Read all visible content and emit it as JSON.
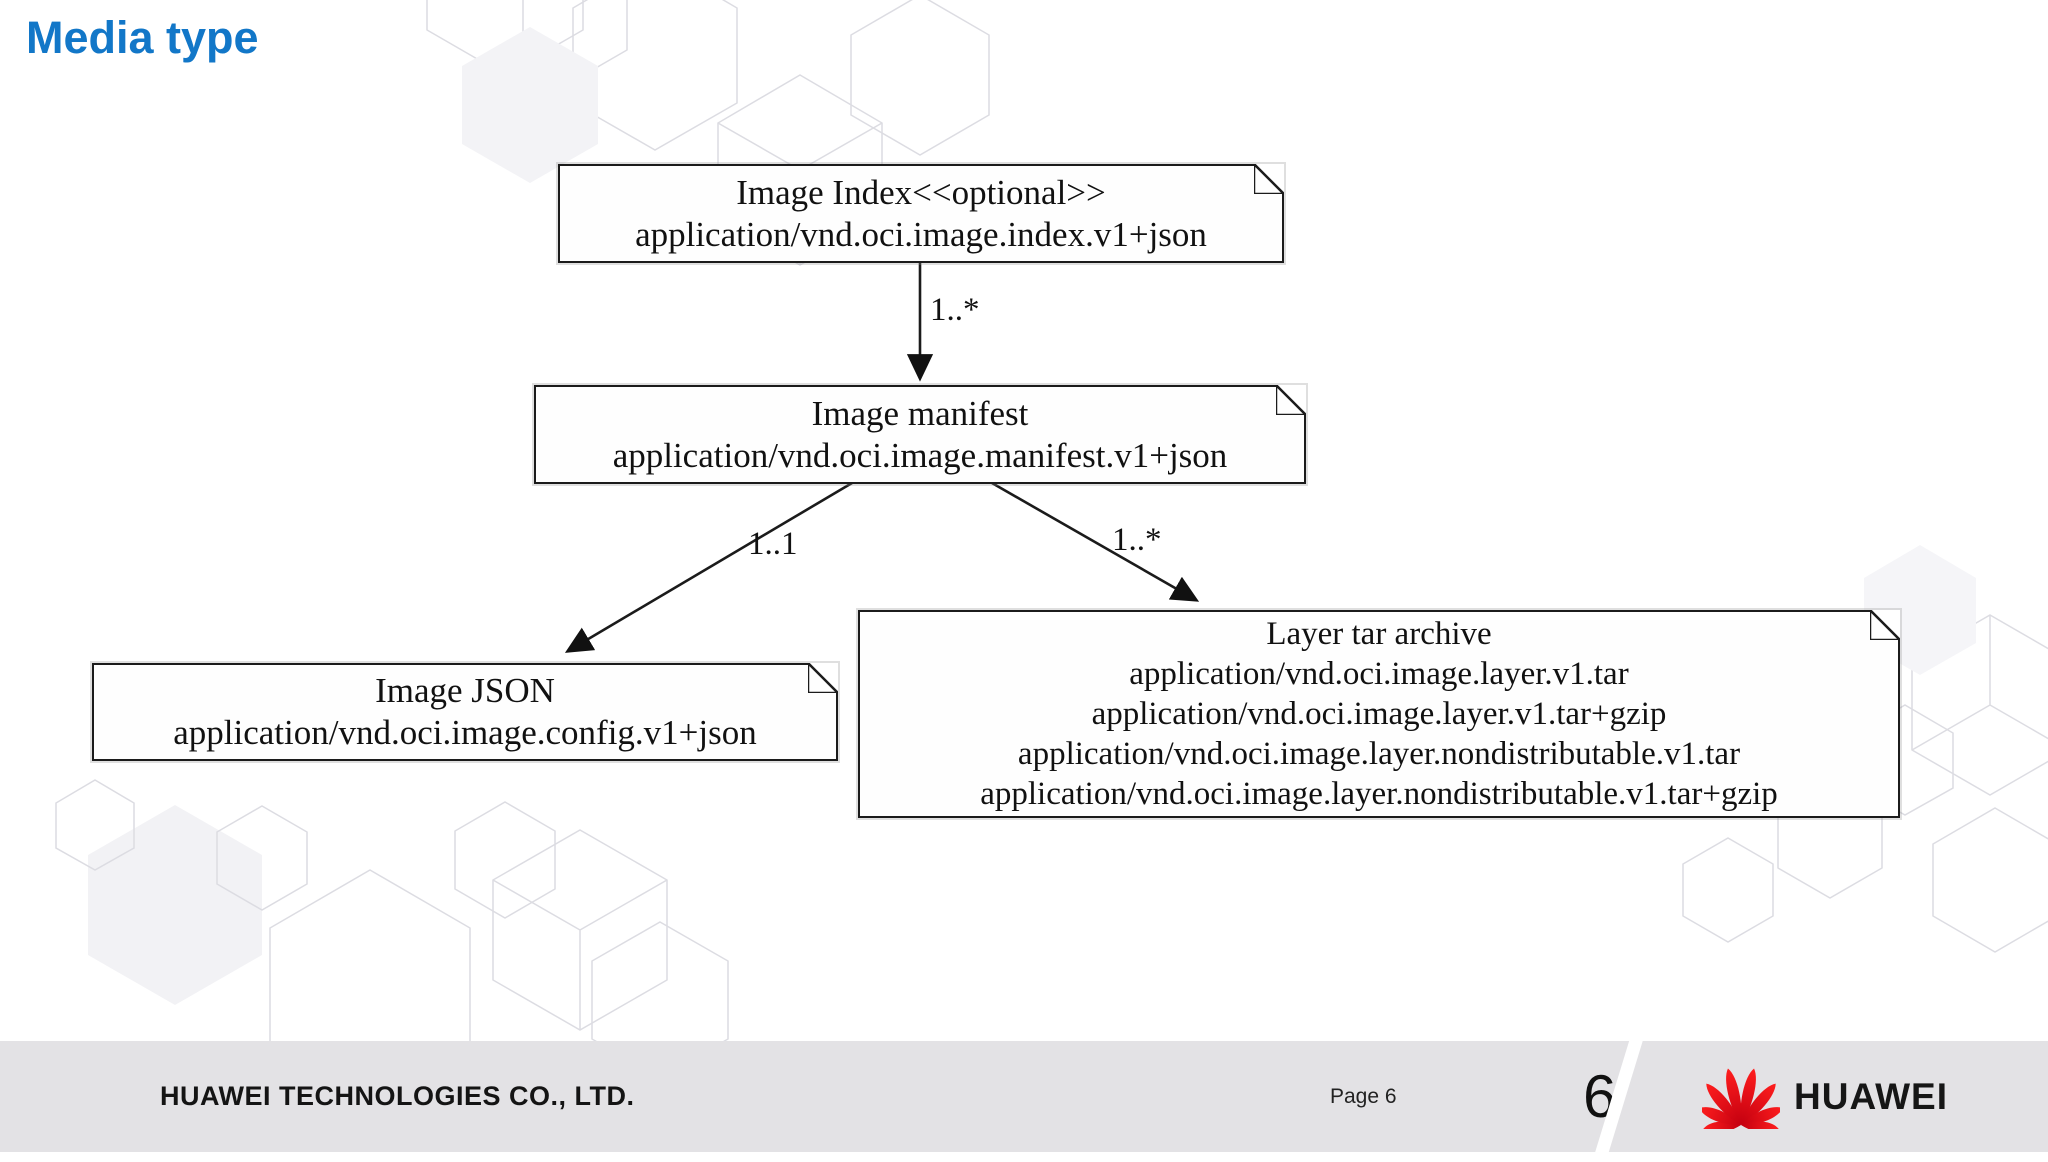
{
  "slide": {
    "title": "Media type",
    "title_color": "#1277c8"
  },
  "diagram": {
    "nodes": [
      {
        "id": "index",
        "lines": [
          "Image Index<<optional>>",
          "application/vnd.oci.image.index.v1+json"
        ]
      },
      {
        "id": "manifest",
        "lines": [
          "Image manifest",
          "application/vnd.oci.image.manifest.v1+json"
        ]
      },
      {
        "id": "config",
        "lines": [
          "Image JSON",
          "application/vnd.oci.image.config.v1+json"
        ]
      },
      {
        "id": "layer",
        "lines": [
          "Layer tar archive",
          "application/vnd.oci.image.layer.v1.tar",
          "application/vnd.oci.image.layer.v1.tar+gzip",
          "application/vnd.oci.image.layer.nondistributable.v1.tar",
          "application/vnd.oci.image.layer.nondistributable.v1.tar+gzip"
        ]
      }
    ],
    "edges": [
      {
        "from": "index",
        "to": "manifest",
        "label": "1..*"
      },
      {
        "from": "manifest",
        "to": "config",
        "label": "1..1"
      },
      {
        "from": "manifest",
        "to": "layer",
        "label": "1..*"
      }
    ]
  },
  "footer": {
    "company": "HUAWEI TECHNOLOGIES CO., LTD.",
    "page_label": "Page 6",
    "page_number": "6",
    "logo_text": "HUAWEI",
    "logo_color": "#e60012"
  }
}
